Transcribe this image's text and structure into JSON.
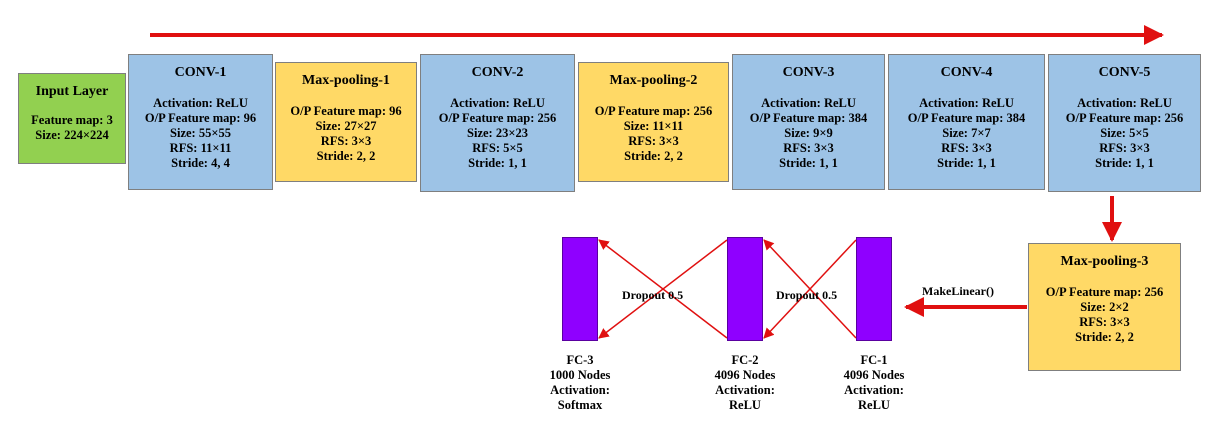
{
  "input_layer": {
    "title": "Input Layer",
    "lines": [
      "Feature map: 3",
      "Size: 224×224"
    ]
  },
  "conv1": {
    "title": "CONV-1",
    "lines": [
      "Activation: ReLU",
      "O/P Feature map: 96",
      "Size: 55×55",
      "RFS: 11×11",
      "Stride: 4, 4"
    ]
  },
  "pool1": {
    "title": "Max-pooling-1",
    "lines": [
      "O/P Feature map: 96",
      "Size: 27×27",
      "RFS: 3×3",
      "Stride: 2, 2"
    ]
  },
  "conv2": {
    "title": "CONV-2",
    "lines": [
      "Activation: ReLU",
      "O/P Feature map: 256",
      "Size: 23×23",
      "RFS: 5×5",
      "Stride: 1, 1"
    ]
  },
  "pool2": {
    "title": "Max-pooling-2",
    "lines": [
      "O/P Feature map: 256",
      "Size: 11×11",
      "RFS: 3×3",
      "Stride: 2, 2"
    ]
  },
  "conv3": {
    "title": "CONV-3",
    "lines": [
      "Activation: ReLU",
      "O/P Feature map: 384",
      "Size: 9×9",
      "RFS: 3×3",
      "Stride: 1, 1"
    ]
  },
  "conv4": {
    "title": "CONV-4",
    "lines": [
      "Activation: ReLU",
      "O/P Feature map: 384",
      "Size: 7×7",
      "RFS: 3×3",
      "Stride: 1, 1"
    ]
  },
  "conv5": {
    "title": "CONV-5",
    "lines": [
      "Activation: ReLU",
      "O/P Feature map: 256",
      "Size: 5×5",
      "RFS: 3×3",
      "Stride: 1, 1"
    ]
  },
  "pool3": {
    "title": "Max-pooling-3",
    "lines": [
      "O/P Feature map: 256",
      "Size: 2×2",
      "RFS: 3×3",
      "Stride: 2, 2"
    ]
  },
  "fc1": {
    "lines": [
      "FC-1",
      "4096 Nodes",
      "Activation:",
      "ReLU"
    ]
  },
  "fc2": {
    "lines": [
      "FC-2",
      "4096 Nodes",
      "Activation:",
      "ReLU"
    ]
  },
  "fc3": {
    "lines": [
      "FC-3",
      "1000 Nodes",
      "Activation:",
      "Softmax"
    ]
  },
  "edges": {
    "dropout_left": "Dropout 0.5",
    "dropout_right": "Dropout 0.5",
    "make_linear": "MakeLinear()"
  },
  "colors": {
    "arrow": "#e01010",
    "conv": "#9dc3e6",
    "pool": "#ffd966",
    "input": "#92d050",
    "fc": "#8f00ff"
  }
}
